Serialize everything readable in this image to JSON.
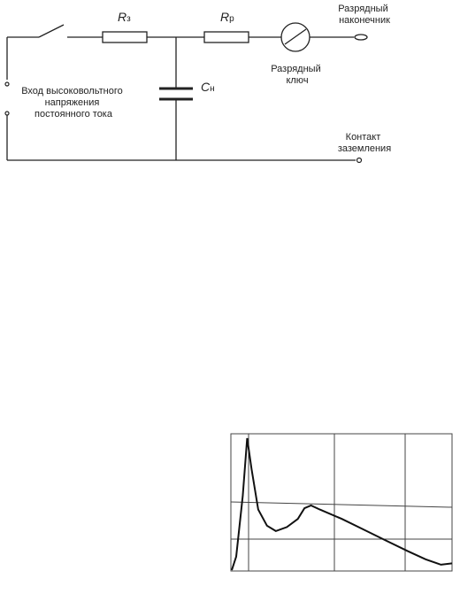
{
  "circuit": {
    "r_charge": {
      "main": "R",
      "sub": "з"
    },
    "r_discharge": {
      "main": "R",
      "sub": "р"
    },
    "capacitor": {
      "main": "C",
      "sub": "н"
    },
    "discharge_tip": [
      "Разрядный",
      "наконечник"
    ],
    "discharge_switch": [
      "Разрядный",
      "ключ"
    ],
    "hv_input": [
      "Вход высоковольтного",
      "напряжения",
      "постоянного тока"
    ],
    "ground_contact": [
      "Контакт",
      "заземления"
    ]
  },
  "waveform": {
    "curve_points": [
      [
        0.0,
        0.0
      ],
      [
        0.02,
        0.1
      ],
      [
        0.05,
        0.55
      ],
      [
        0.07,
        0.98
      ],
      [
        0.09,
        0.75
      ],
      [
        0.12,
        0.45
      ],
      [
        0.16,
        0.33
      ],
      [
        0.2,
        0.29
      ],
      [
        0.25,
        0.32
      ],
      [
        0.3,
        0.38
      ],
      [
        0.33,
        0.46
      ],
      [
        0.36,
        0.48
      ],
      [
        0.4,
        0.45
      ],
      [
        0.5,
        0.38
      ],
      [
        0.6,
        0.3
      ],
      [
        0.7,
        0.22
      ],
      [
        0.8,
        0.14
      ],
      [
        0.88,
        0.08
      ],
      [
        0.95,
        0.04
      ],
      [
        1.0,
        0.05
      ]
    ]
  }
}
